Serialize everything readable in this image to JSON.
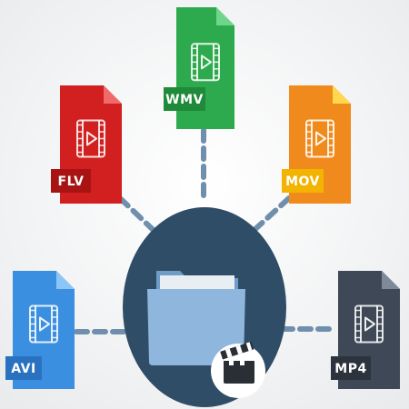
{
  "files": [
    {
      "id": "wmv",
      "label": "WMV",
      "color": "#2eaa4e",
      "fold": "#6fd58a",
      "tag": "#1f8a3a"
    },
    {
      "id": "flv",
      "label": "FLV",
      "color": "#d21f1f",
      "fold": "#f06a6a",
      "tag": "#a81414"
    },
    {
      "id": "mov",
      "label": "MOV",
      "color": "#f08a1c",
      "fold": "#ffd84d",
      "tag": "#f2b400"
    },
    {
      "id": "avi",
      "label": "AVI",
      "color": "#3b8fe0",
      "fold": "#8cc6f6",
      "tag": "#2a72bf"
    },
    {
      "id": "mp4",
      "label": "MP4",
      "color": "#3e4856",
      "fold": "#7f8a99",
      "tag": "#2c333d"
    }
  ],
  "colors": {
    "hub_circle": "#2f4d66",
    "folder": "#8fb6dc",
    "folder_back": "#6f9dc8",
    "connector": "#6f8fad",
    "clapper": "#2a2f36"
  },
  "icons": [
    "play-icon",
    "folder-icon",
    "clapperboard-icon"
  ]
}
